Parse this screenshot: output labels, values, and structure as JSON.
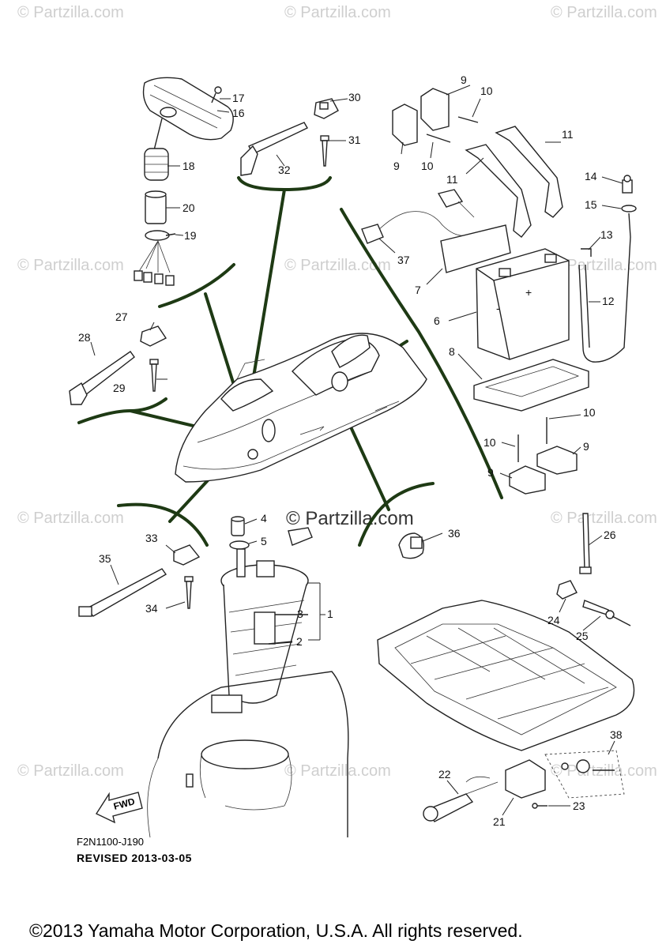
{
  "watermarks": {
    "small": "© Partzilla.com",
    "center": "© Partzilla.com"
  },
  "callouts": [
    {
      "id": "c1",
      "label": "1"
    },
    {
      "id": "c2",
      "label": "2"
    },
    {
      "id": "c3",
      "label": "3"
    },
    {
      "id": "c4",
      "label": "4"
    },
    {
      "id": "c5",
      "label": "5"
    },
    {
      "id": "c6",
      "label": "6"
    },
    {
      "id": "c7",
      "label": "7"
    },
    {
      "id": "c8",
      "label": "8"
    },
    {
      "id": "c9a",
      "label": "9"
    },
    {
      "id": "c9b",
      "label": "9"
    },
    {
      "id": "c9c",
      "label": "9"
    },
    {
      "id": "c9d",
      "label": "9"
    },
    {
      "id": "c10a",
      "label": "10"
    },
    {
      "id": "c10b",
      "label": "10"
    },
    {
      "id": "c10c",
      "label": "10"
    },
    {
      "id": "c10d",
      "label": "10"
    },
    {
      "id": "c11a",
      "label": "11"
    },
    {
      "id": "c11b",
      "label": "11"
    },
    {
      "id": "c12",
      "label": "12"
    },
    {
      "id": "c13",
      "label": "13"
    },
    {
      "id": "c14",
      "label": "14"
    },
    {
      "id": "c15",
      "label": "15"
    },
    {
      "id": "c16",
      "label": "16"
    },
    {
      "id": "c17",
      "label": "17"
    },
    {
      "id": "c18",
      "label": "18"
    },
    {
      "id": "c19",
      "label": "19"
    },
    {
      "id": "c20",
      "label": "20"
    },
    {
      "id": "c21",
      "label": "21"
    },
    {
      "id": "c22",
      "label": "22"
    },
    {
      "id": "c23",
      "label": "23"
    },
    {
      "id": "c24",
      "label": "24"
    },
    {
      "id": "c25",
      "label": "25"
    },
    {
      "id": "c26",
      "label": "26"
    },
    {
      "id": "c27",
      "label": "27"
    },
    {
      "id": "c28",
      "label": "28"
    },
    {
      "id": "c29",
      "label": "29"
    },
    {
      "id": "c30",
      "label": "30"
    },
    {
      "id": "c31",
      "label": "31"
    },
    {
      "id": "c32",
      "label": "32"
    },
    {
      "id": "c33",
      "label": "33"
    },
    {
      "id": "c34",
      "label": "34"
    },
    {
      "id": "c35",
      "label": "35"
    },
    {
      "id": "c36",
      "label": "36"
    },
    {
      "id": "c37",
      "label": "37"
    },
    {
      "id": "c38",
      "label": "38"
    }
  ],
  "fwd_label": "FWD",
  "diagram_code": "F2N1100-J190",
  "revised": "REVISED 2013-03-05",
  "copyright": "©2013 Yamaha Motor Corporation, U.S.A. All rights reserved."
}
